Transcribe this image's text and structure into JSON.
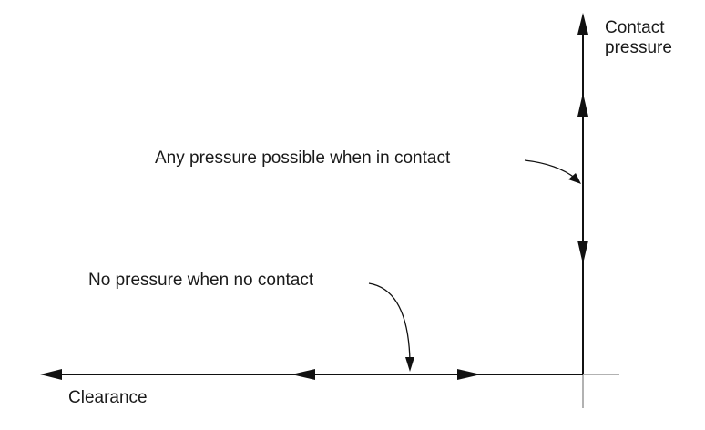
{
  "labels": {
    "y_axis_line1": "Contact",
    "y_axis_line2": "pressure",
    "x_axis": "Clearance",
    "annotation_contact": "Any pressure possible when in contact",
    "annotation_no_contact": "No pressure when no contact"
  },
  "colors": {
    "line": "#111111",
    "axis_light": "#999999",
    "text": "#1a1a1a"
  }
}
